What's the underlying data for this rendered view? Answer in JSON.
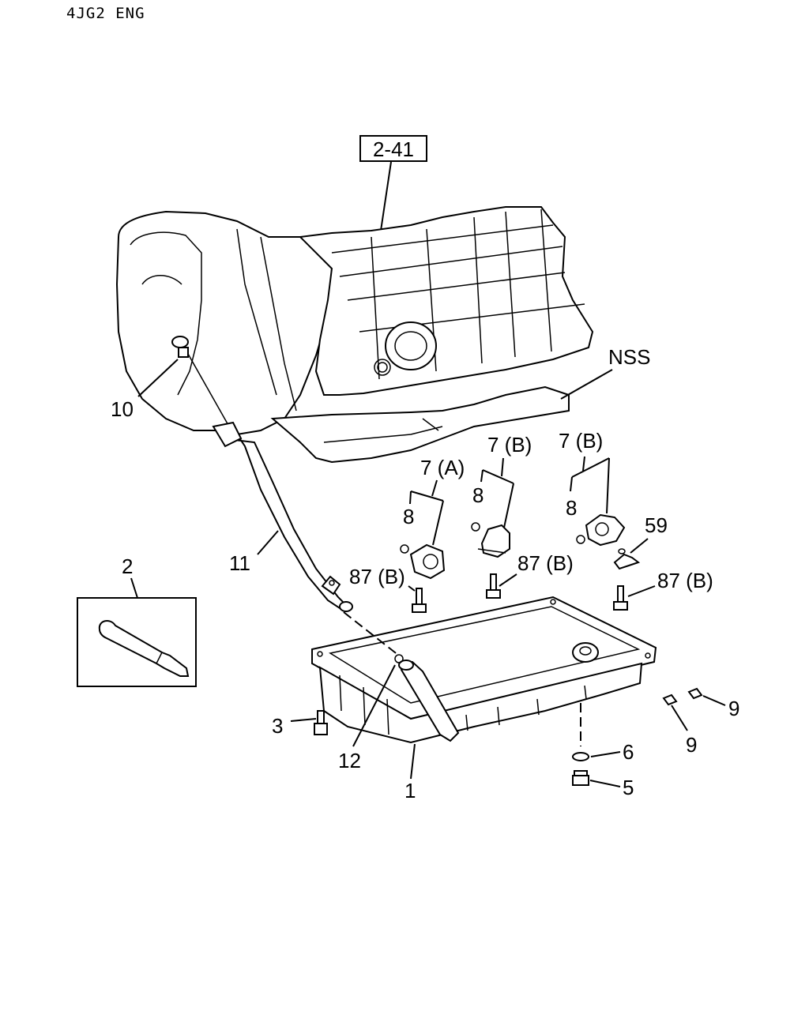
{
  "header": {
    "model": "4JG2 ENG"
  },
  "callouts": {
    "ref_box": "2-41",
    "nss": "NSS",
    "pan": "1",
    "sealant": "2",
    "bolt": "3",
    "drain_plug": "5",
    "washer": "6",
    "solenoid_a": "7 (A)",
    "solenoid_b1": "7 (B)",
    "solenoid_b2": "7 (B)",
    "oring_1": "8",
    "oring_2": "8",
    "oring_3": "8",
    "magnet_1": "9",
    "magnet_2": "9",
    "grommet": "10",
    "tube": "11",
    "oring_tube": "12",
    "bracket": "59",
    "bolt_87b_1": "87 (B)",
    "bolt_87b_2": "87 (B)",
    "bolt_87b_3": "87 (B)"
  }
}
